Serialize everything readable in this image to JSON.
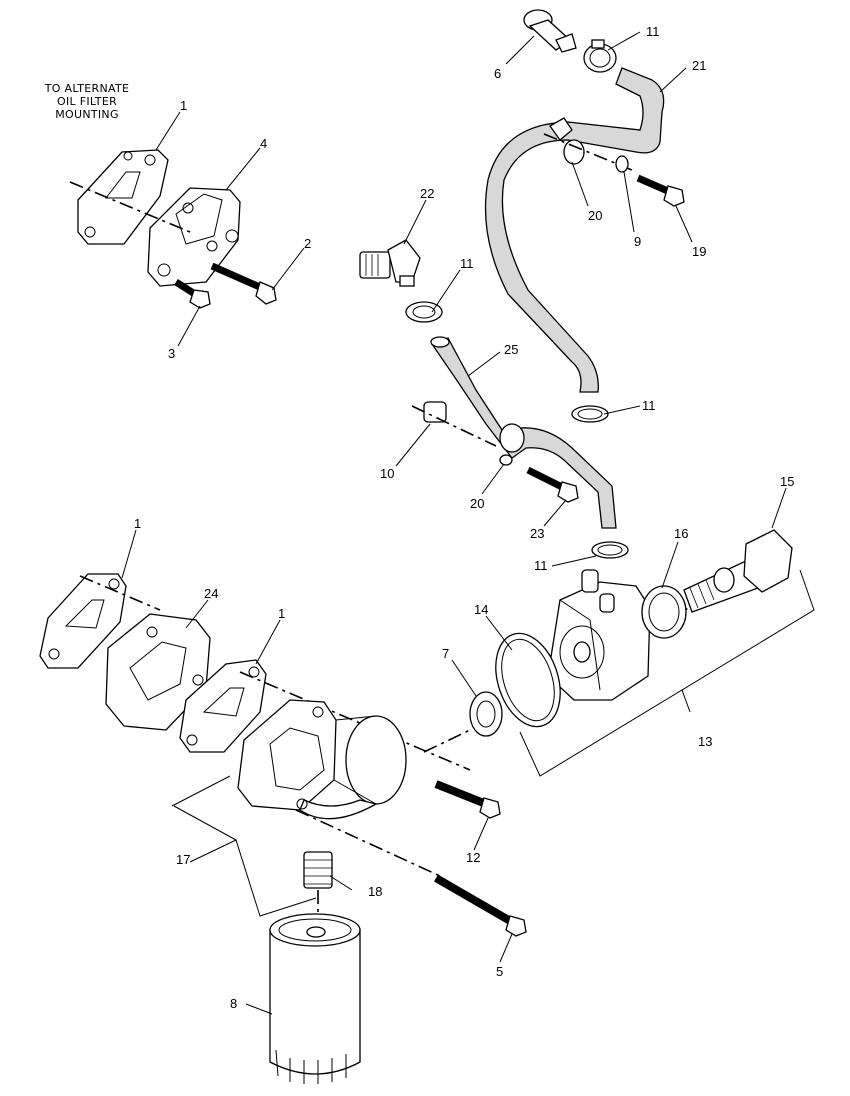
{
  "note": {
    "line1": "TO ALTERNATE",
    "line2": "OIL FILTER",
    "line3": "MOUNTING"
  },
  "callouts": {
    "c1a": "1",
    "c4": "4",
    "c2": "2",
    "c3": "3",
    "c6": "6",
    "c11a": "11",
    "c21": "21",
    "c20a": "20",
    "c9": "9",
    "c19": "19",
    "c22": "22",
    "c11b": "11",
    "c25": "25",
    "c11c": "11",
    "c10": "10",
    "c20b": "20",
    "c23": "23",
    "c15": "15",
    "c16": "16",
    "c11d": "11",
    "c1b": "1",
    "c24": "24",
    "c1c": "1",
    "c14": "14",
    "c7": "7",
    "c13": "13",
    "c17": "17",
    "c12": "12",
    "c18": "18",
    "c5": "5",
    "c8": "8"
  }
}
